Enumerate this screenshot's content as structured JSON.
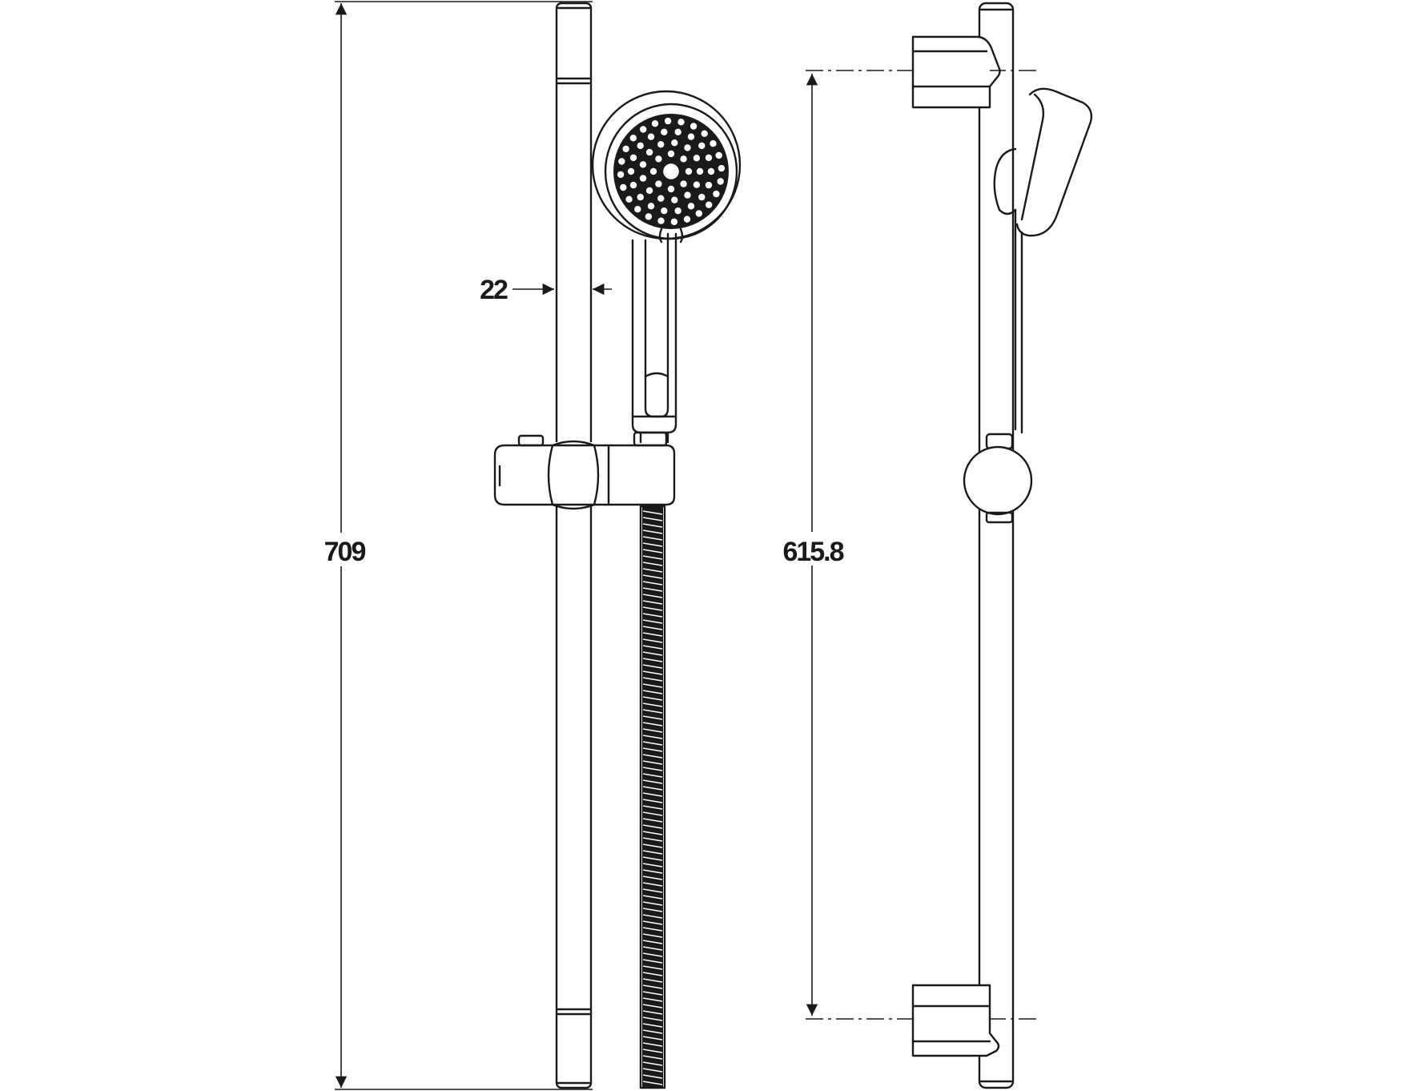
{
  "dimensions": {
    "overall_height": "709",
    "rail_diameter": "22",
    "bracket_centres": "615.8"
  }
}
